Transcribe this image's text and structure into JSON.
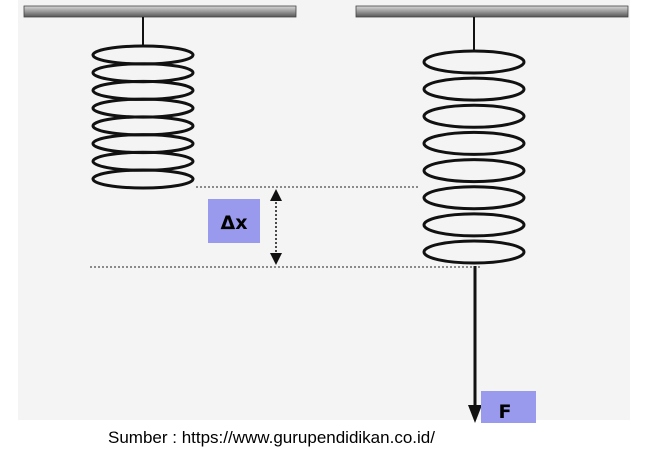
{
  "diagram": {
    "title": "Spring extension under force",
    "springs": [
      {
        "name": "relaxed-spring",
        "coil_count": 8
      },
      {
        "name": "stretched-spring",
        "coil_count": 8
      }
    ],
    "labels": {
      "displacement": "Δx",
      "force": "F"
    },
    "icons": {
      "displacement_arrow": "double-arrow-vertical-icon",
      "force_arrow": "arrow-down-icon"
    },
    "colors": {
      "label_box": "#9999ee",
      "ceiling": "#888888",
      "stroke": "#111111"
    }
  },
  "caption": "Sumber : https://www.gurupendidikan.co.id/"
}
